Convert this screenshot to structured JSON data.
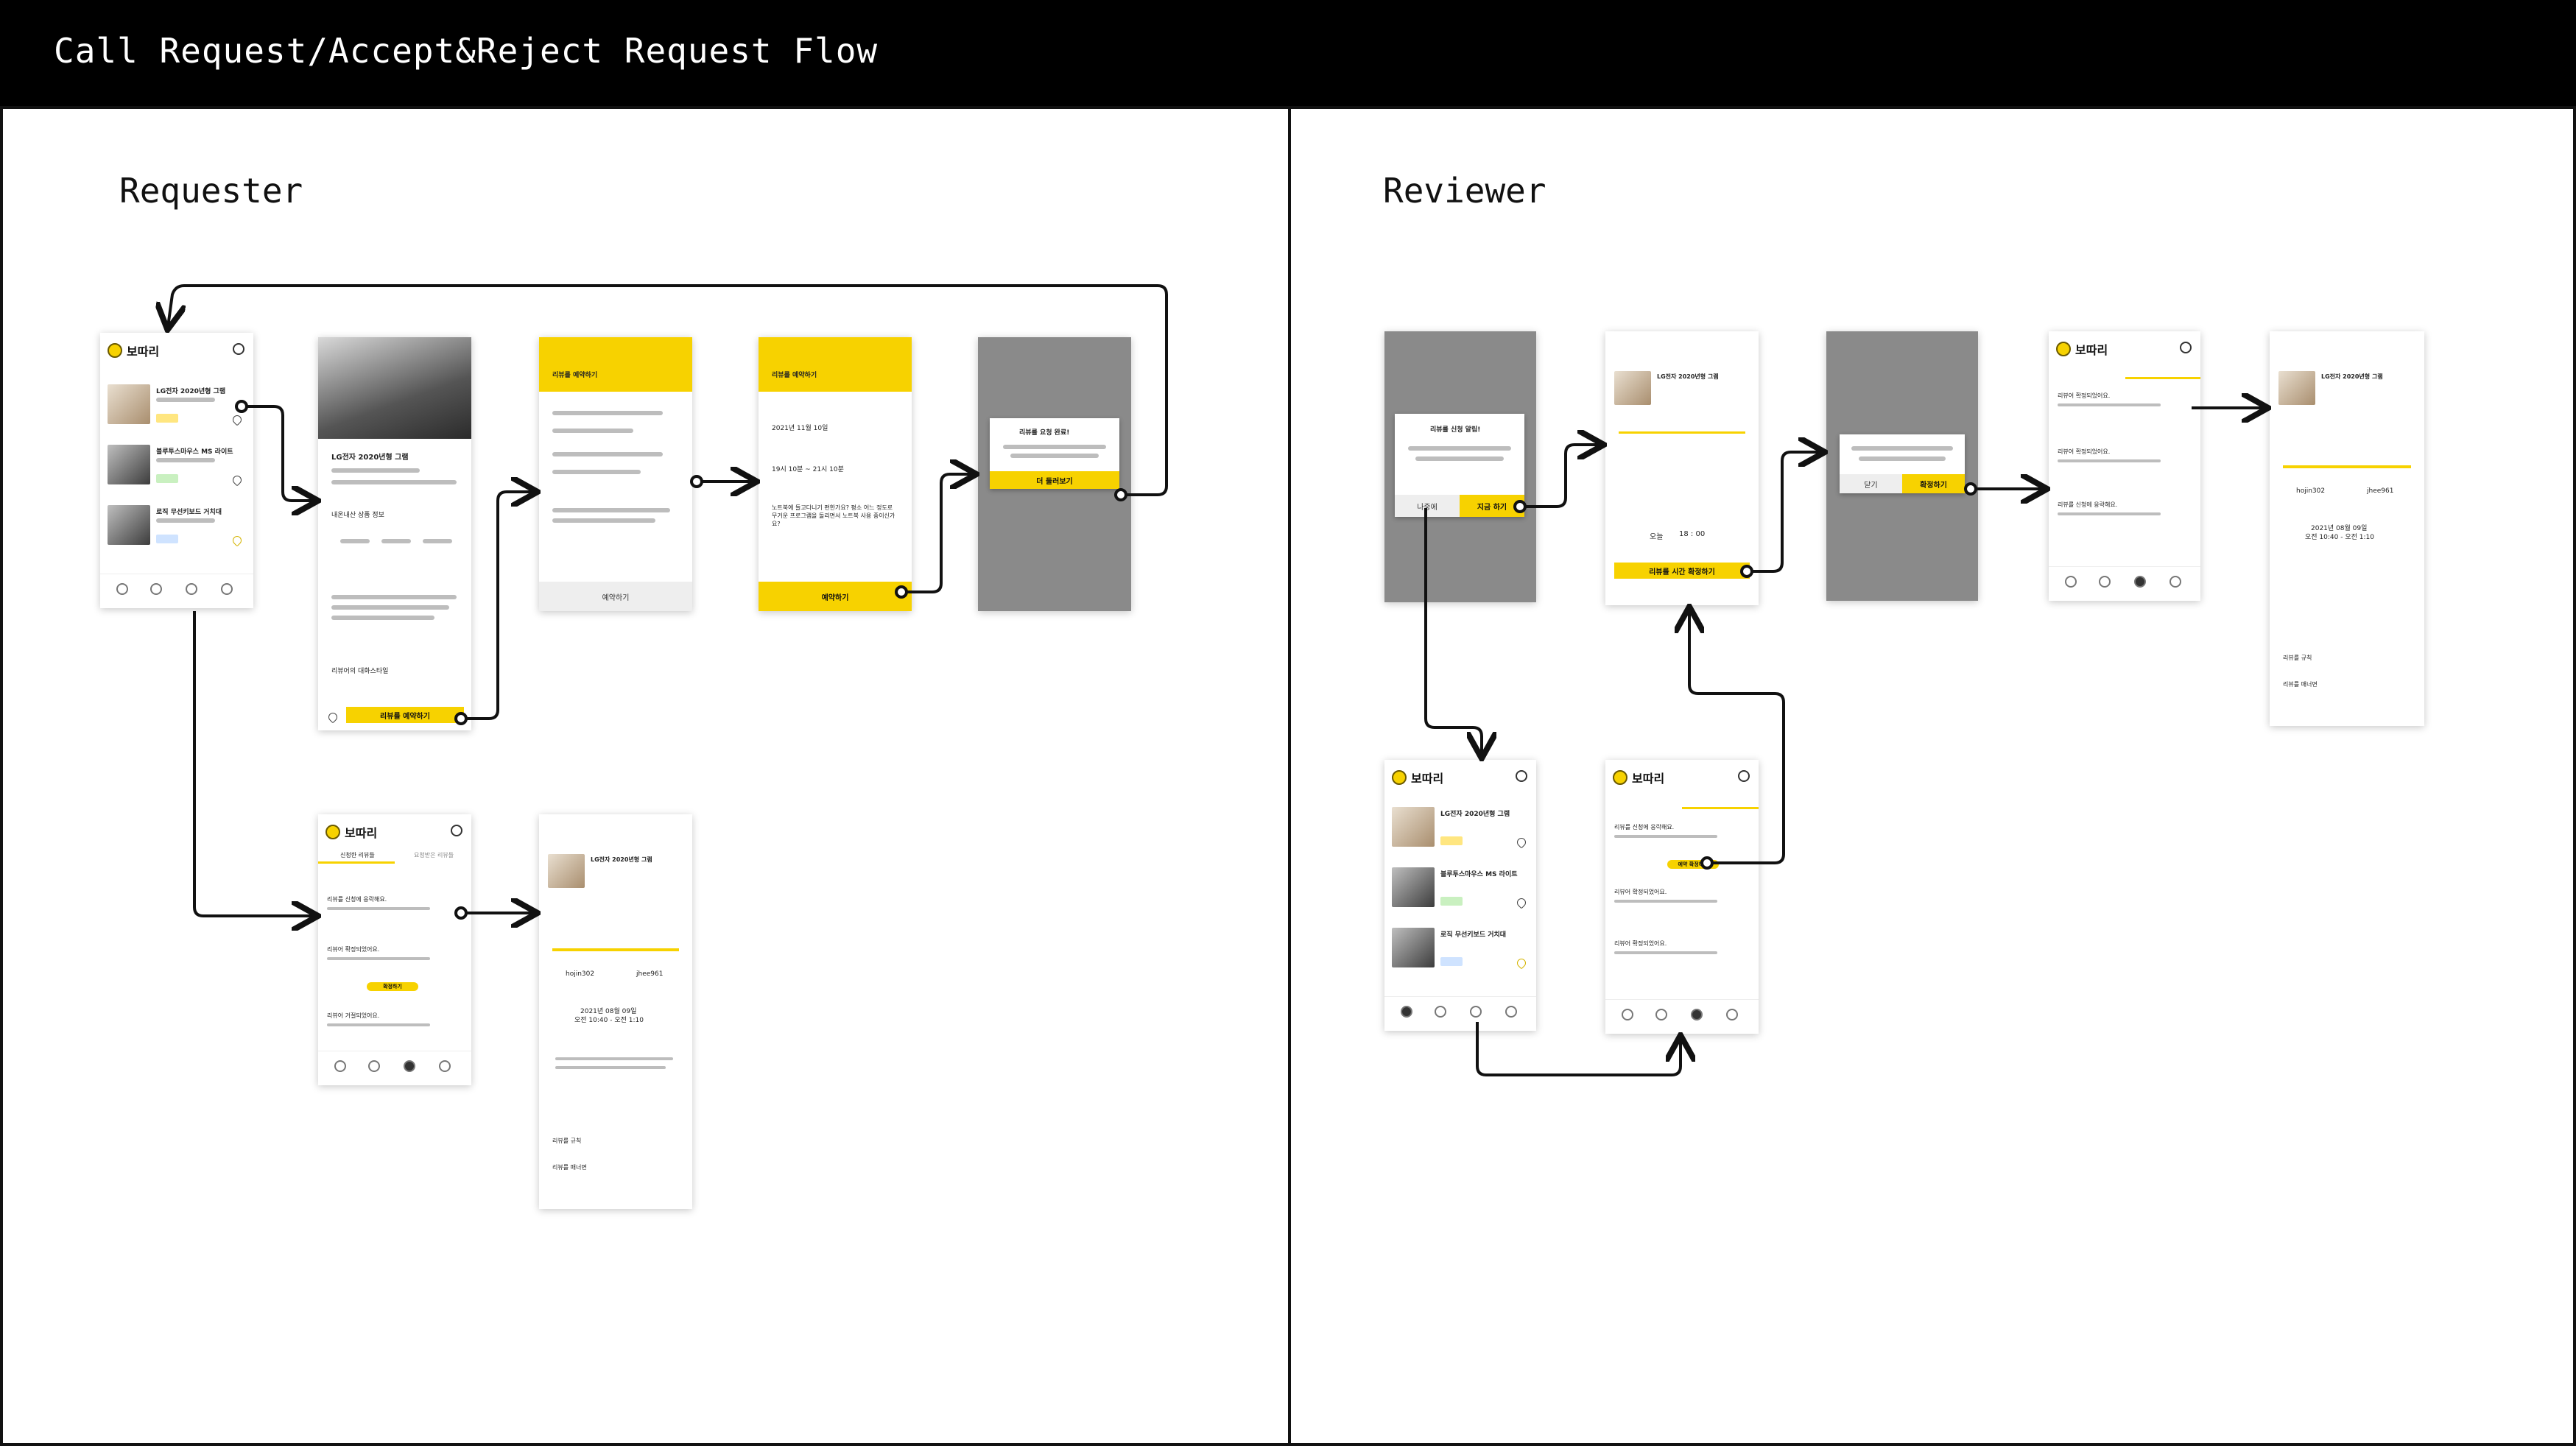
{
  "header": {
    "title": "Call Request/Accept&Reject Request Flow"
  },
  "sections": {
    "requester": "Requester",
    "reviewer": "Reviewer"
  },
  "app": {
    "name": "보따리"
  },
  "products": [
    {
      "name": "LG전자 2020년형 그램"
    },
    {
      "name": "블루투스마우스 MS 라이트"
    },
    {
      "name": "로직 무선키보드 거치대"
    }
  ],
  "detail": {
    "title": "LG전자 2020년형 그램",
    "info_toggle": "내온내산 상품 정보",
    "review_style": "리뷰어의 대화스타일",
    "reserve_button": "리뷰를 예약하기"
  },
  "reserve": {
    "title": "리뷰를 예약하기",
    "date_value": "2021년 11월 10일",
    "time_value": "19시 10분 ~ 21시 10분",
    "question": "노트북에 들고다니기 편한가요? 평소 어느 정도로 무거운 프로그램을 돌리면서 노트북 사용 중이신가요?",
    "submit": "예약하기"
  },
  "requester_modal": {
    "title": "리뷰를 요청 완료!",
    "confirm": "더 둘러보기"
  },
  "reviewer_modal": {
    "title": "리뷰를 신청 알림!",
    "reject": "나중에",
    "accept": "지금 하기"
  },
  "confirm_modal": {
    "close": "닫기",
    "confirm": "확정하기"
  },
  "time_confirm": {
    "time_label": "오늘",
    "time_value": "18 : 00",
    "button": "리뷰를 시간 확정하기"
  },
  "tabs": {
    "applied": "신청한 리뷰들",
    "requested": "요청받은 리뷰들"
  },
  "notifications": [
    "리뷰를 신청에 응락해요.",
    "리뷰어 확정되었어요.",
    "리뷰어 거절되었어요.",
    "리뷰어 확정되었어요."
  ],
  "confirm_pill": "확정하기",
  "reviewer_confirm_pill": "예약 확정하기",
  "match": {
    "requester": "hojin302",
    "reviewer": "jhee961",
    "date": "2021년 08월 09일",
    "time": "오전 10:40 - 오전 1:10"
  },
  "accordion": {
    "rules": "리뷰를 규칙",
    "manners": "리뷰를 매너면"
  },
  "colors": {
    "accent": "#f7d200",
    "frame": "#111111",
    "dim": "#8a8a8a"
  }
}
